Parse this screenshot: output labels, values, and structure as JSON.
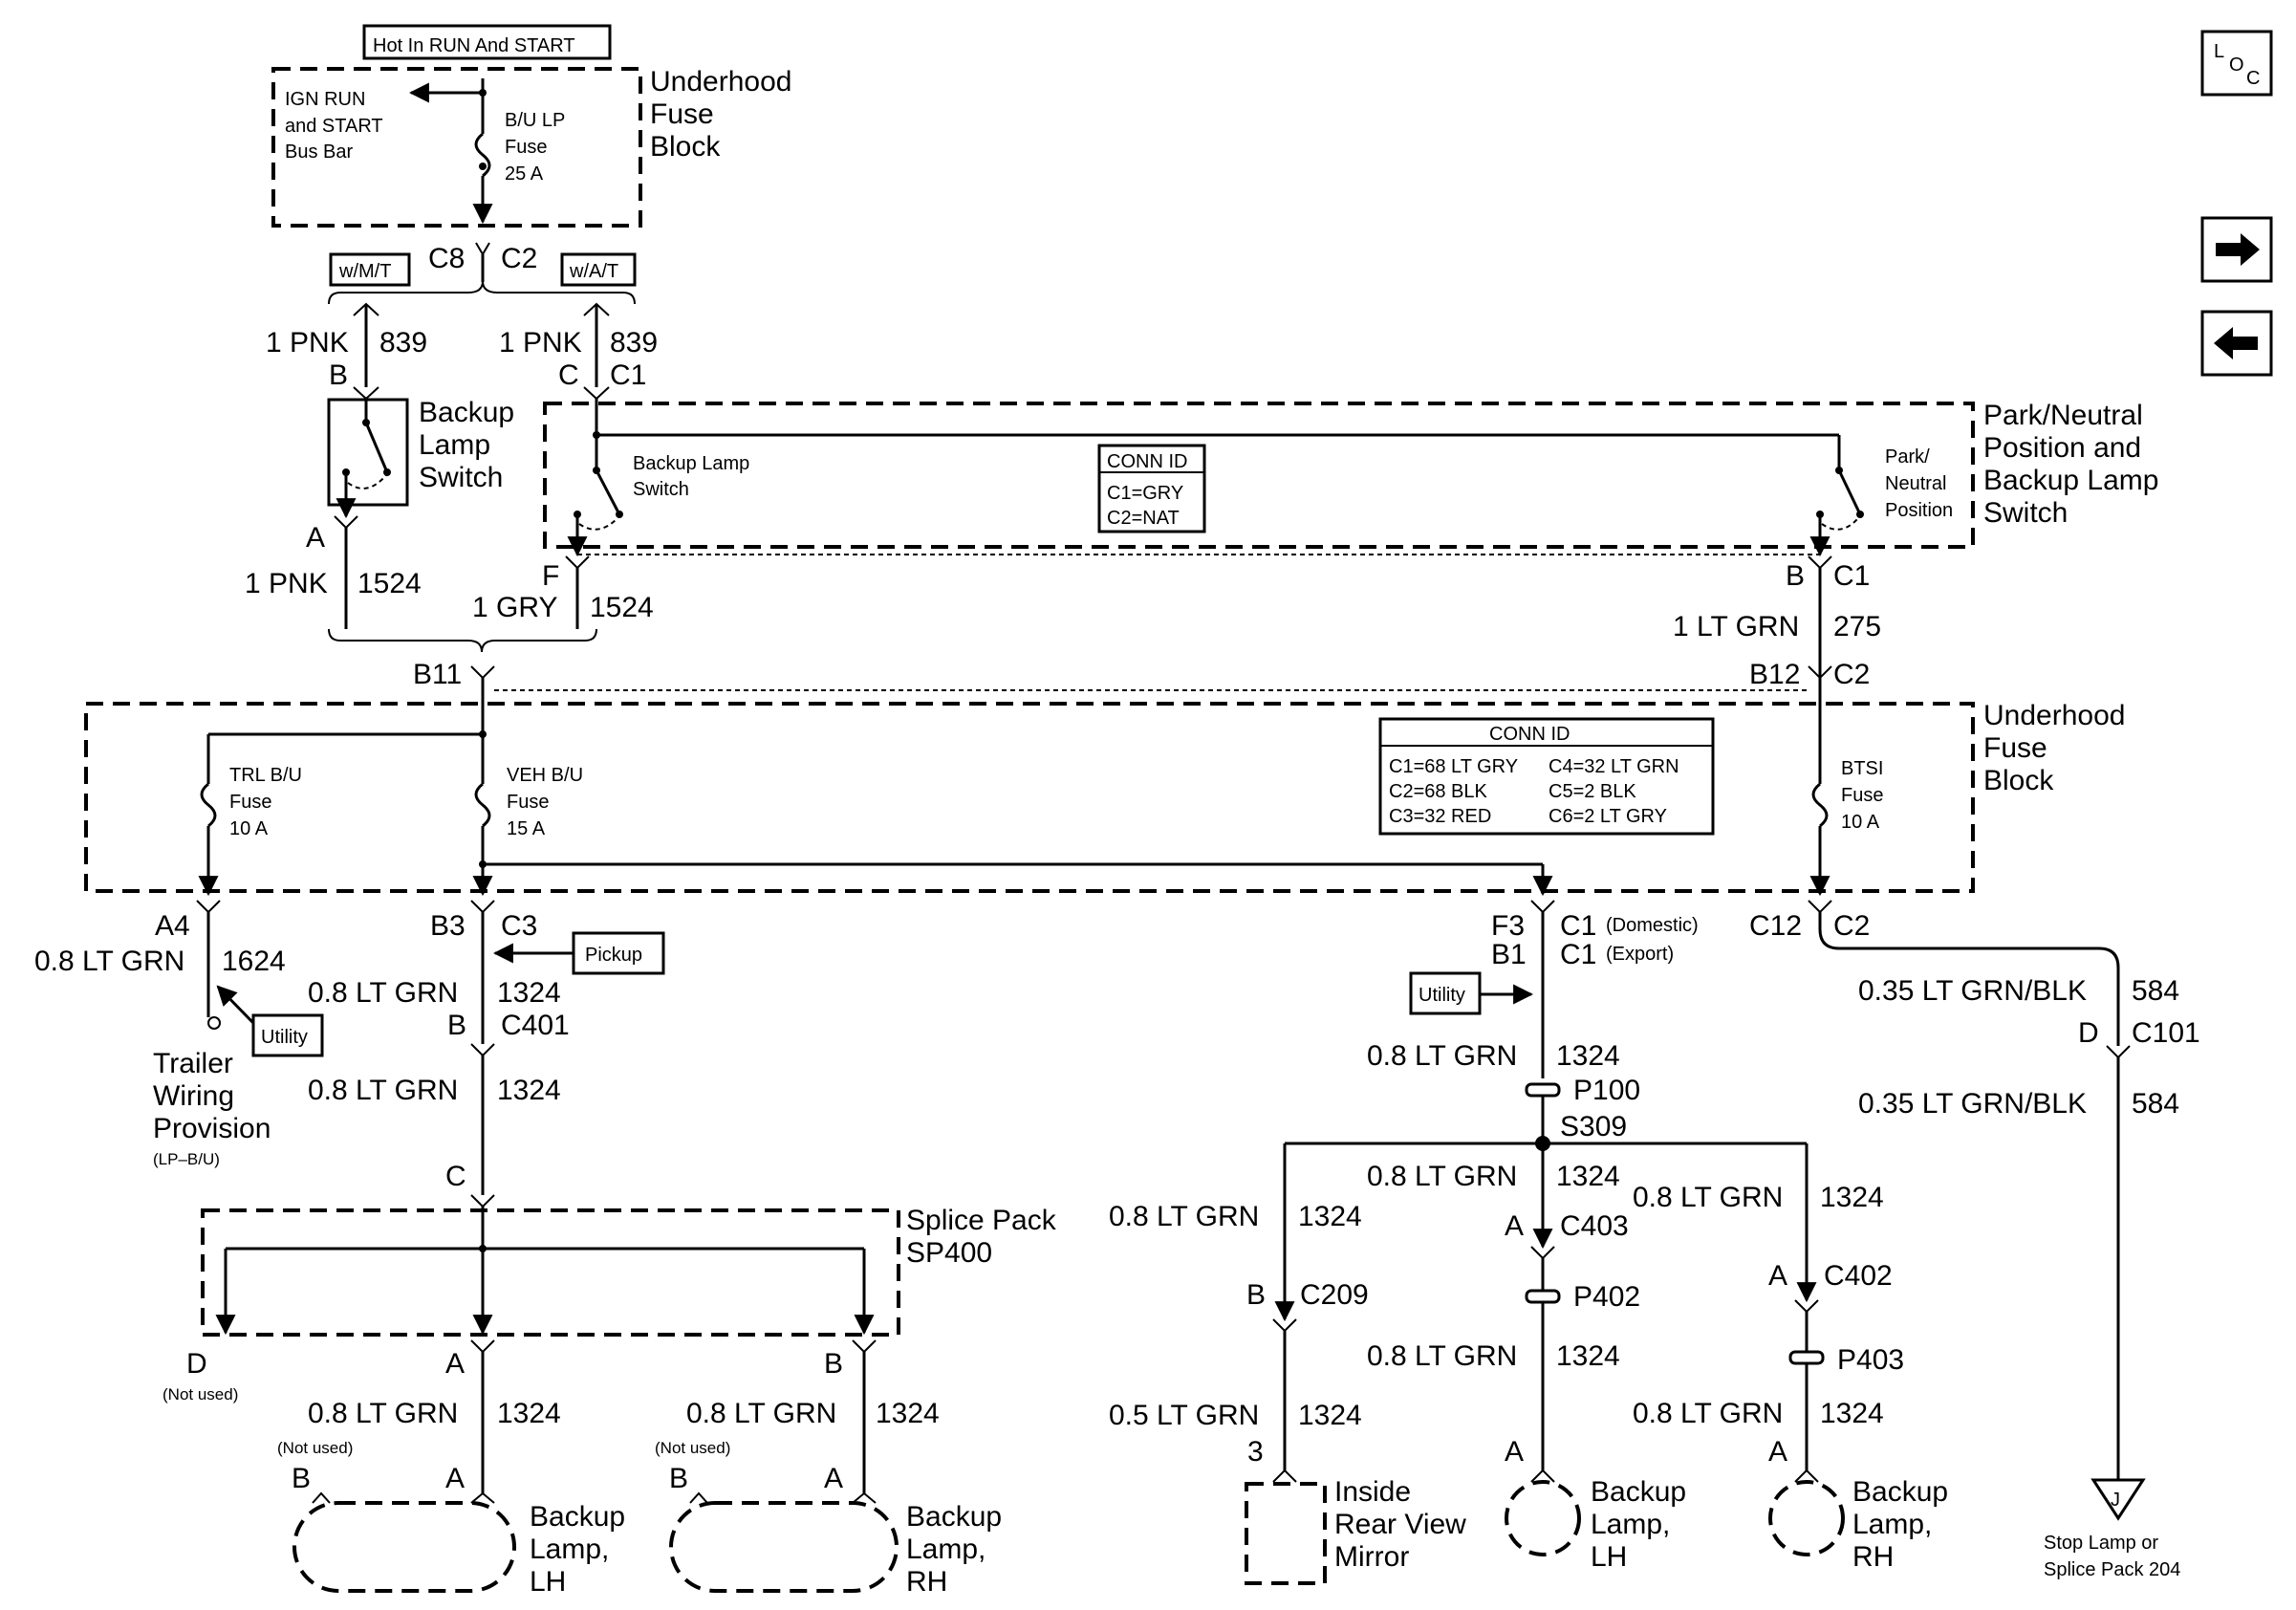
{
  "loc_button": {
    "l": "L",
    "o": "O",
    "c": "C"
  },
  "nav": {
    "next": "→",
    "prev": "←"
  },
  "top": {
    "hot_label": "Hot In RUN And START",
    "fuse_block_title": [
      "Underhood",
      "Fuse",
      "Block"
    ],
    "ign_bus": [
      "IGN RUN",
      "and START",
      "Bus Bar"
    ],
    "bu_fuse": [
      "B/U LP",
      "Fuse",
      "25 A"
    ],
    "c8": "C8",
    "c2": "C2",
    "wmt": "w/M/T",
    "wat": "w/A/T",
    "w1_color": "1 PNK",
    "w1_circuit": "839",
    "w1_pin": "B",
    "w2_color": "1 PNK",
    "w2_circuit": "839",
    "w2_pin": "C",
    "w2_conn": "C1"
  },
  "mt_switch": {
    "label": [
      "Backup",
      "Lamp",
      "Switch"
    ],
    "pin": "A",
    "color": "1 PNK",
    "circuit": "1524"
  },
  "pn_switch": {
    "title": [
      "Park/Neutral",
      "Position and",
      "Backup Lamp",
      "Switch"
    ],
    "inner_left": [
      "Backup Lamp",
      "Switch"
    ],
    "inner_right": [
      "Park/",
      "Neutral",
      "Position"
    ],
    "conn_title": "CONN ID",
    "conn": [
      "C1=GRY",
      "C2=NAT"
    ],
    "pin_f": "F",
    "gry_color": "1 GRY",
    "gry_circuit": "1524",
    "pin_b": "B",
    "pin_c1": "C1",
    "ltgrn_color": "1 LT GRN",
    "ltgrn_circuit": "275"
  },
  "mid": {
    "b11": "B11",
    "b12": "B12",
    "c2": "C2",
    "fuse_block_title": [
      "Underhood",
      "Fuse",
      "Block"
    ],
    "trl_fuse": [
      "TRL B/U",
      "Fuse",
      "10 A"
    ],
    "veh_fuse": [
      "VEH B/U",
      "Fuse",
      "15 A"
    ],
    "btsi_fuse": [
      "BTSI",
      "Fuse",
      "10 A"
    ],
    "conn_title": "CONN ID",
    "conn_left": [
      "C1=68 LT GRY",
      "C2=68 BLK",
      "C3=32 RED"
    ],
    "conn_right": [
      "C4=32 LT GRN",
      "C5=2 BLK",
      "C6=2 LT GRY"
    ]
  },
  "left": {
    "a4": "A4",
    "color1624": "0.8 LT GRN",
    "c1624": "1624",
    "utility": "Utility",
    "trailer": [
      "Trailer",
      "Wiring",
      "Provision"
    ],
    "trailer_sub": "(LP–B/U)",
    "b3": "B3",
    "c3": "C3",
    "pickup": "Pickup",
    "c1324a": "0.8 LT GRN",
    "n1324a": "1324",
    "pin_b": "B",
    "c401": "C401",
    "c1324b": "0.8 LT GRN",
    "n1324b": "1324",
    "pin_c": "C",
    "splice": [
      "Splice Pack",
      "SP400"
    ],
    "pin_d": "D",
    "not_used_d": "(Not used)",
    "pin_a": "A",
    "pin_b2": "B",
    "c1324c": "0.8 LT GRN",
    "n1324c": "1324",
    "c1324d": "0.8 LT GRN",
    "n1324d": "1324",
    "not_used_1": "(Not used)",
    "not_used_2": "(Not used)",
    "lh_b": "B",
    "lh_a": "A",
    "rh_b": "B",
    "rh_a": "A",
    "lamp_lh": [
      "Backup",
      "Lamp,",
      "LH"
    ],
    "lamp_rh": [
      "Backup",
      "Lamp,",
      "RH"
    ]
  },
  "right": {
    "f3": "F3",
    "b1": "B1",
    "c1": "C1",
    "c1_dom": "(Domestic)",
    "c1b": "C1",
    "c1_exp": "(Export)",
    "utility": "Utility",
    "c1324": "0.8 LT GRN",
    "n1324": "1324",
    "p100": "P100",
    "s309": "S309",
    "mid_c": "0.8 LT GRN",
    "mid_n": "1324",
    "pin_a1": "A",
    "c403": "C403",
    "p402": "P402",
    "mid_c2": "0.8 LT GRN",
    "mid_n2": "1324",
    "pin_a2": "A",
    "lamp_lh": [
      "Backup",
      "Lamp,",
      "LH"
    ],
    "left_c": "0.8 LT GRN",
    "left_n": "1324",
    "pin_b": "B",
    "c209": "C209",
    "left_c2": "0.5 LT GRN",
    "left_n2": "1324",
    "pin_3": "3",
    "mirror": [
      "Inside",
      "Rear View",
      "Mirror"
    ],
    "right_c": "0.8 LT GRN",
    "right_n": "1324",
    "pin_a3": "A",
    "c402": "C402",
    "p403": "P403",
    "right_c2": "0.8 LT GRN",
    "right_n2": "1324",
    "pin_a4": "A",
    "lamp_rh": [
      "Backup",
      "Lamp,",
      "RH"
    ],
    "c12": "C12",
    "c2": "C2",
    "blk_color": "0.35 LT GRN/BLK",
    "blk_circuit": "584",
    "pin_d": "D",
    "c101": "C101",
    "blk_color2": "0.35 LT GRN/BLK",
    "blk_circuit2": "584",
    "j": "J",
    "stop": [
      "Stop Lamp or",
      "Splice Pack 204"
    ]
  }
}
